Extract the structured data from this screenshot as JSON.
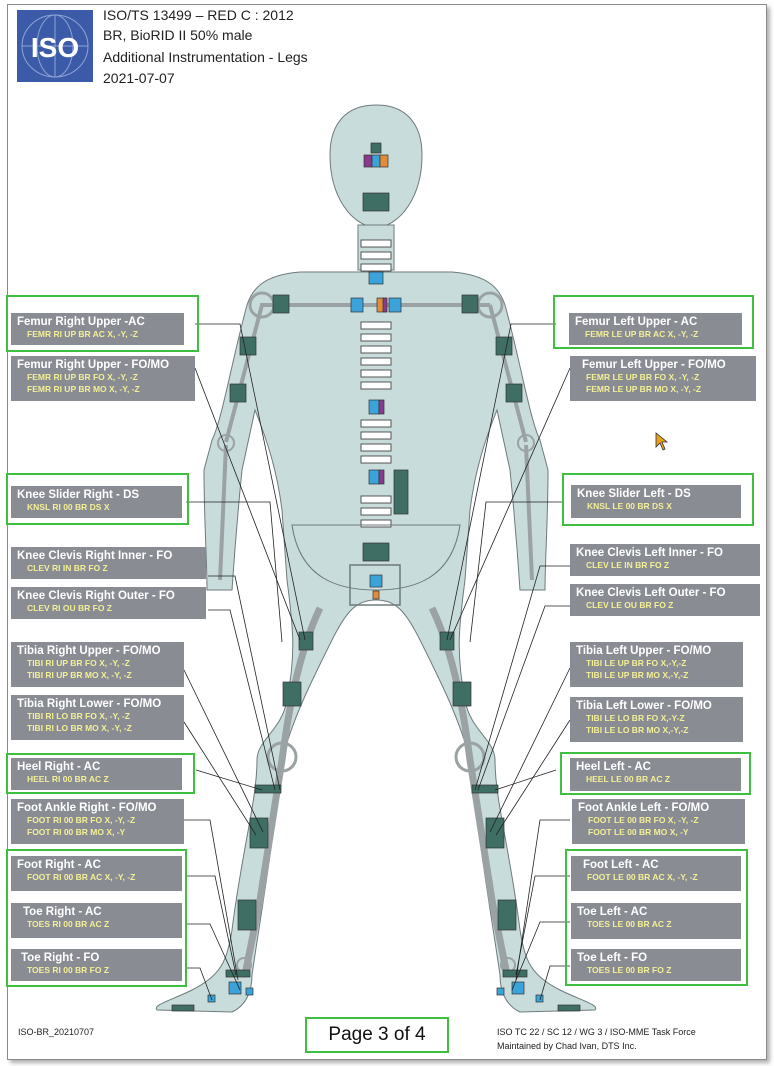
{
  "header": {
    "logo_text": "ISO",
    "standard": "ISO/TS 13499 – RED C : 2012",
    "dummy": "BR, BioRID II 50% male",
    "subject": "Additional Instrumentation - Legs",
    "date": "2021-07-07"
  },
  "labels": {
    "femur_r_upper_ac": {
      "title": "Femur Right Upper -AC",
      "codes": [
        "FEMR RI UP BR AC X, -Y, -Z"
      ]
    },
    "femur_r_upper_fomo": {
      "title": "Femur Right Upper - FO/MO",
      "codes": [
        "FEMR RI UP BR FO X, -Y, -Z",
        "FEMR RI UP BR MO X, -Y, -Z"
      ]
    },
    "knee_slider_r": {
      "title": "Knee Slider Right - DS",
      "codes": [
        "KNSL RI 00 BR DS X"
      ]
    },
    "knee_clevis_r_inner": {
      "title": "Knee Clevis Right Inner - FO",
      "codes": [
        "CLEV RI IN BR FO Z"
      ]
    },
    "knee_clevis_r_outer": {
      "title": "Knee Clevis Right Outer - FO",
      "codes": [
        "CLEV RI OU BR FO Z"
      ]
    },
    "tibia_r_upper": {
      "title": "Tibia Right Upper - FO/MO",
      "codes": [
        "TIBI RI UP BR FO X, -Y, -Z",
        "TIBI RI UP BR MO X, -Y, -Z"
      ]
    },
    "tibia_r_lower": {
      "title": "Tibia Right Lower - FO/MO",
      "codes": [
        "TIBI RI LO BR FO X, -Y, -Z",
        "TIBI RI LO BR MO X, -Y, -Z"
      ]
    },
    "heel_r": {
      "title": "Heel Right - AC",
      "codes": [
        "HEEL RI 00 BR AC Z"
      ]
    },
    "foot_ankle_r": {
      "title": "Foot Ankle Right - FO/MO",
      "codes": [
        "FOOT RI 00 BR FO X, -Y, -Z",
        "FOOT RI 00 BR MO X, -Y"
      ]
    },
    "foot_r": {
      "title": "Foot Right - AC",
      "codes": [
        "FOOT RI 00 BR AC X, -Y, -Z"
      ]
    },
    "toe_r_ac": {
      "title": "Toe Right - AC",
      "codes": [
        "TOES RI 00 BR AC Z"
      ]
    },
    "toe_r_fo": {
      "title": "Toe Right  - FO",
      "codes": [
        "TOES RI 00 BR FO Z"
      ]
    },
    "femur_l_upper_ac": {
      "title": "Femur Left Upper  - AC",
      "codes": [
        "FEMR LE UP BR AC X, -Y, -Z"
      ]
    },
    "femur_l_upper_fomo": {
      "title": "Femur Left Upper - FO/MO",
      "codes": [
        "FEMR LE UP BR FO X, -Y, -Z",
        "FEMR LE UP BR MO X, -Y, -Z"
      ]
    },
    "knee_slider_l": {
      "title": "Knee Slider Left - DS",
      "codes": [
        "KNSL LE 00 BR DS X"
      ]
    },
    "knee_clevis_l_inner": {
      "title": "Knee Clevis Left Inner - FO",
      "codes": [
        "CLEV LE IN BR FO Z"
      ]
    },
    "knee_clevis_l_outer": {
      "title": "Knee Clevis Left Outer - FO",
      "codes": [
        "CLEV LE OU BR FO Z"
      ]
    },
    "tibia_l_upper": {
      "title": "Tibia Left Upper - FO/MO",
      "codes": [
        "TIBI LE UP BR FO X,-Y,-Z",
        "TIBI LE UP BR MO X,-Y,-Z"
      ]
    },
    "tibia_l_lower": {
      "title": "Tibia Left Lower - FO/MO",
      "codes": [
        "TIBI LE LO BR FO X,-Y-Z",
        "TIBI LE LO BR MO X,-Y,-Z"
      ]
    },
    "heel_l": {
      "title": "Heel Left - AC",
      "codes": [
        "HEEL LE 00 BR AC Z"
      ]
    },
    "foot_ankle_l": {
      "title": "Foot Ankle Left - FO/MO",
      "codes": [
        "FOOT LE 00 BR FO X, -Y, -Z",
        "FOOT LE 00 BR MO X, -Y"
      ]
    },
    "foot_l": {
      "title": "Foot Left - AC",
      "codes": [
        "FOOT LE 00 BR AC X, -Y, -Z"
      ]
    },
    "toe_l_ac": {
      "title": "Toe Left - AC",
      "codes": [
        "TOES LE 00 BR AC Z"
      ]
    },
    "toe_l_fo": {
      "title": "Toe Left - FO",
      "codes": [
        "TOES LE 00 BR FO Z"
      ]
    }
  },
  "footer": {
    "doc_id": "ISO-BR_20210707",
    "page": "Page 3 of 4",
    "committee": "ISO TC 22 / SC 12 / WG 3 / ISO-MME Task Force",
    "maintainer": "Maintained by Chad Ivan, DTS Inc."
  },
  "colors": {
    "body_fill": "#c9dcdc",
    "sensor_fill": "#3f6e65",
    "label_bg": "#8a8c94",
    "label_code": "#f3ef96",
    "highlight": "#3fbf3f",
    "logo_bg": "#3b5ba9"
  }
}
